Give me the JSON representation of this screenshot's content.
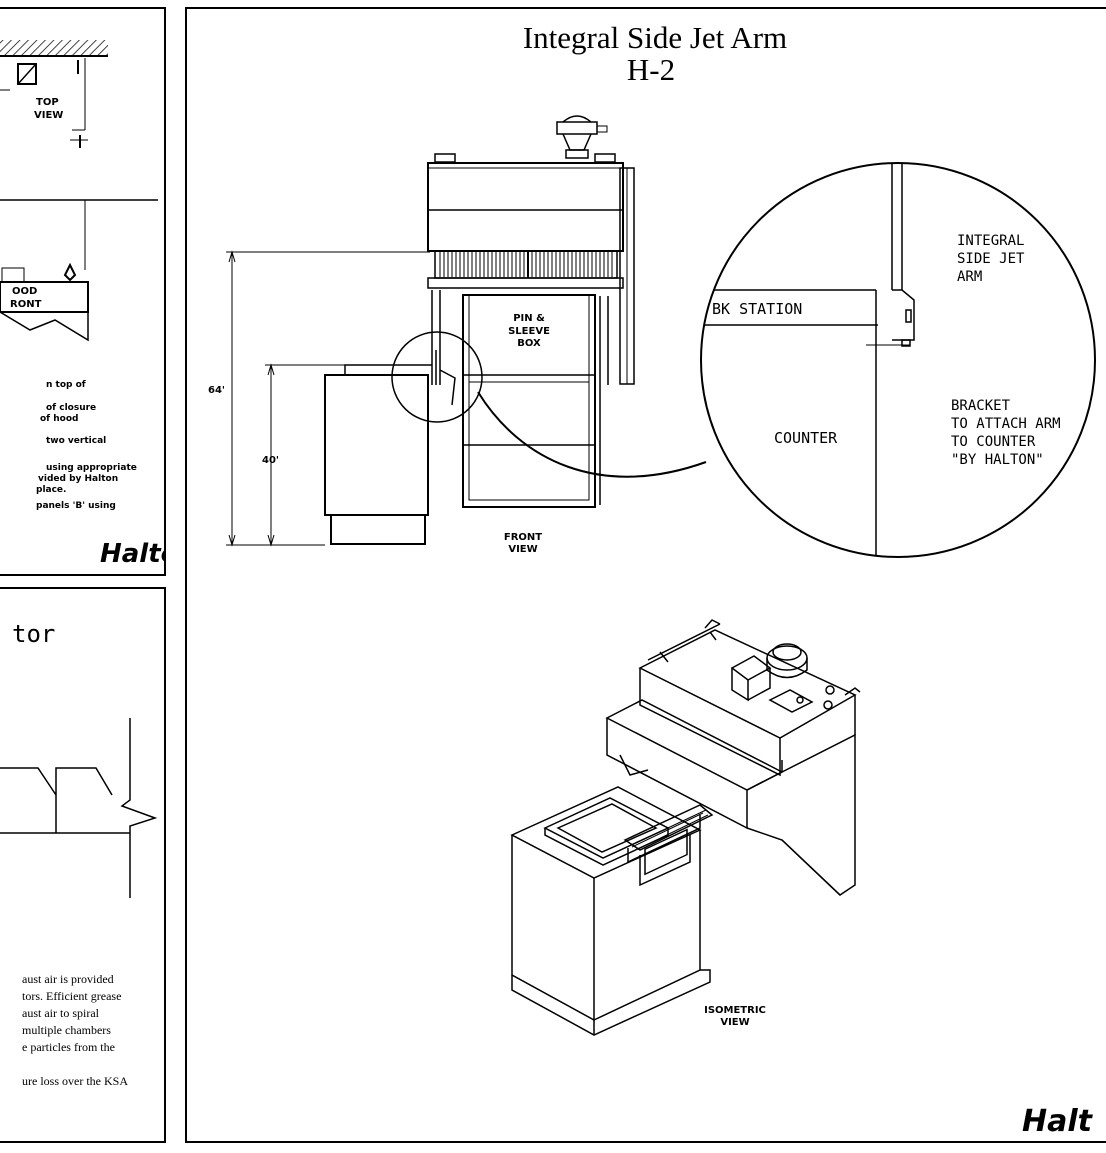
{
  "left_top_panel": {
    "top_view_label": [
      "TOP",
      "VIEW"
    ],
    "hood_front_label": [
      "OOD",
      "RONT"
    ],
    "notes": [
      "n top of",
      "of closure",
      "of hood",
      "two vertical",
      "using appropriate",
      "vided by Halton",
      "place.",
      "panels 'B' using"
    ],
    "logo": "Halton"
  },
  "left_bottom_panel": {
    "title_fragment": "tor",
    "paragraph": [
      "aust air is provided",
      "tors.  Efficient grease",
      "aust air to spiral",
      "multiple chambers",
      "e particles from the",
      "",
      "ure loss over the KSA"
    ]
  },
  "main_panel": {
    "title": "Integral Side Jet Arm",
    "subtitle": "H-2",
    "dimensions": {
      "hood_height": "64'",
      "counter_height": "40'"
    },
    "pin_box_label": [
      "PIN &",
      "SLEEVE",
      "BOX"
    ],
    "front_view_label": [
      "FRONT",
      "VIEW"
    ],
    "detail": {
      "bk_station": "BK STATION",
      "integral_arm": [
        "INTEGRAL",
        "SIDE JET",
        "ARM"
      ],
      "counter": "COUNTER",
      "bracket": [
        "BRACKET",
        "TO ATTACH ARM",
        "TO COUNTER",
        "\"BY HALTON\""
      ]
    },
    "isometric_label": [
      "ISOMETRIC",
      "VIEW"
    ],
    "logo": "Halt"
  }
}
